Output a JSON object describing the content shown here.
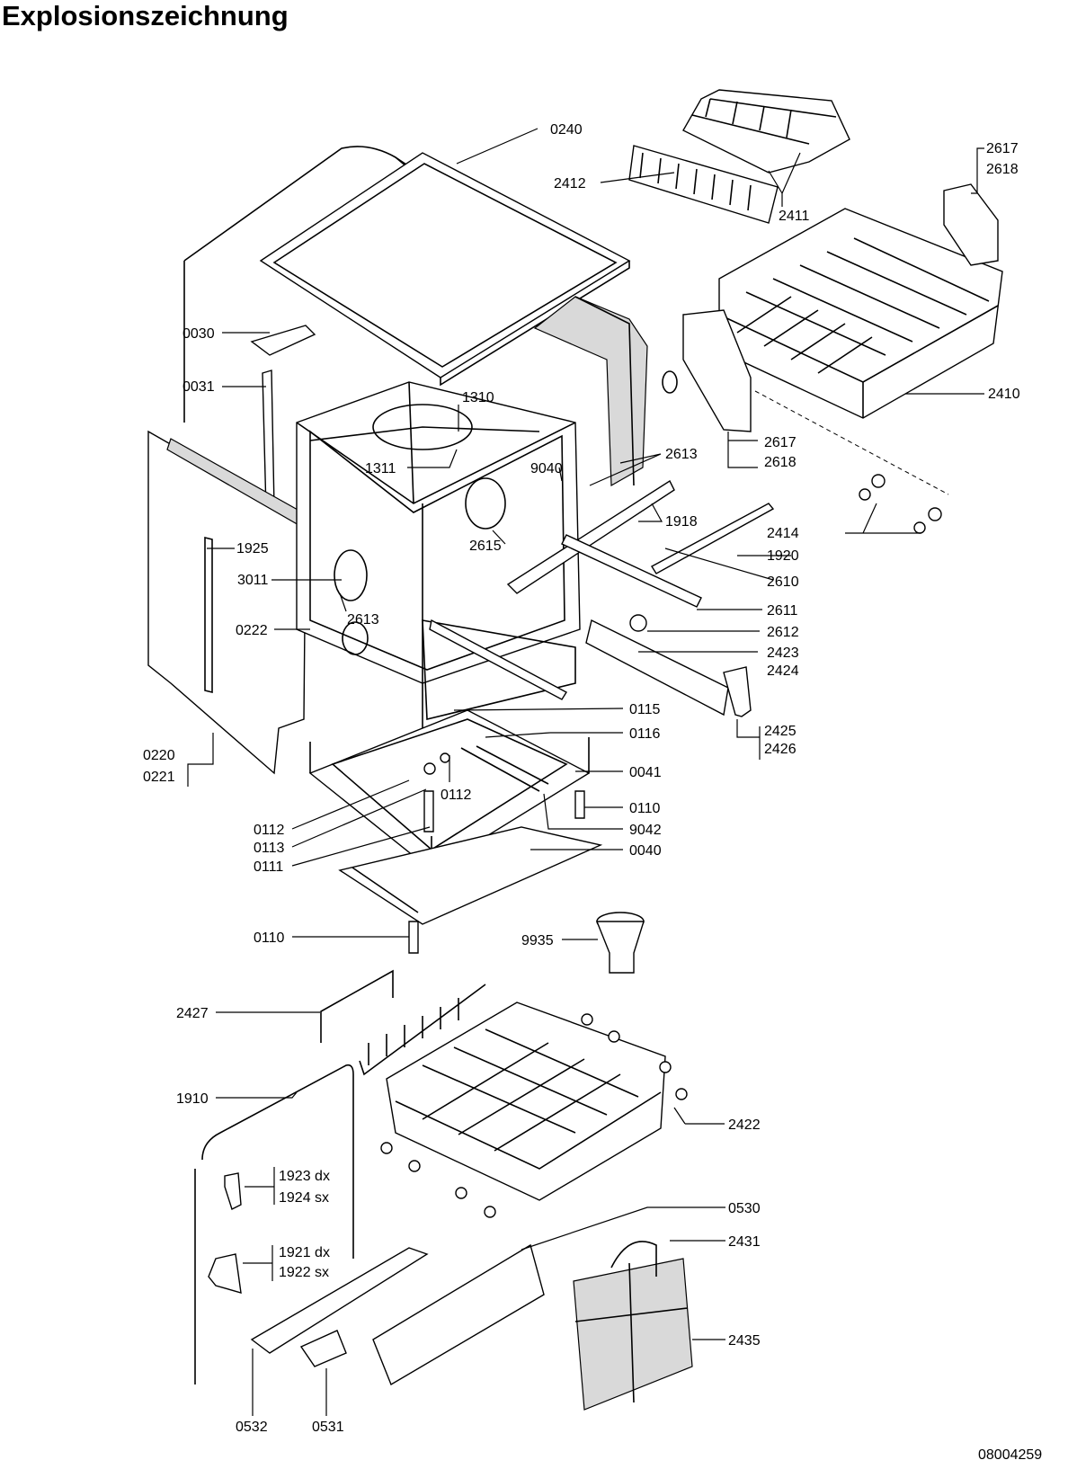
{
  "title": "Explosionszeichnung",
  "document_number": "08004259",
  "labels": {
    "l0240": "0240",
    "l2412": "2412",
    "l2411": "2411",
    "l2617a": "2617",
    "l2618a": "2618",
    "l0030": "0030",
    "l0031": "0031",
    "l1310": "1310",
    "l1311": "1311",
    "l9040": "9040",
    "l2613a": "2613",
    "l2410": "2410",
    "l2617b": "2617",
    "l2618b": "2618",
    "l1918": "1918",
    "l1925": "1925",
    "l3011": "3011",
    "l2615": "2615",
    "l2613b": "2613",
    "l2414": "2414",
    "l1920": "1920",
    "l2610": "2610",
    "l2611": "2611",
    "l2612": "2612",
    "l0222": "0222",
    "l2423": "2423",
    "l2424": "2424",
    "l2425": "2425",
    "l2426": "2426",
    "l0115": "0115",
    "l0116": "0116",
    "l0220": "0220",
    "l0221": "0221",
    "l0112a": "0112",
    "l0041": "0041",
    "l0110a": "0110",
    "l0112b": "0112",
    "l0113": "0113",
    "l9042": "9042",
    "l0111": "0111",
    "l0040": "0040",
    "l0110b": "0110",
    "l9935": "9935",
    "l2427": "2427",
    "l1910": "1910",
    "l2422": "2422",
    "l1923": "1923 dx",
    "l1924": "1924 sx",
    "l0530": "0530",
    "l1921": "1921 dx",
    "l1922": "1922 sx",
    "l2431": "2431",
    "l2435": "2435",
    "l0532": "0532",
    "l0531": "0531"
  }
}
